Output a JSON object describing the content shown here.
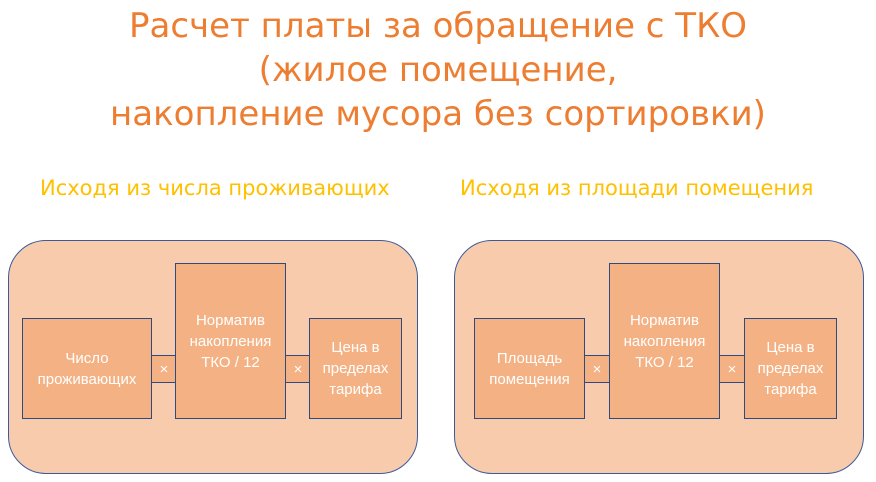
{
  "title": {
    "line1": "Расчет платы за обращение с ТКО",
    "line2": "(жилое помещение,",
    "line3": "накопление мусора без сортировки)"
  },
  "left": {
    "heading": "Исходя из числа проживающих",
    "box1": "Число\nпроживающих",
    "op1": "×",
    "box2": "Норматив\nнакопления\nТКО / 12",
    "op2": "×",
    "box3": "Цена в\nпределах\nтарифа"
  },
  "right": {
    "heading": "Исходя из площади помещения",
    "box1": "Площадь\nпомещения",
    "op1": "×",
    "box2": "Норматив\nнакопления\nТКО / 12",
    "op2": "×",
    "box3": "Цена в\nпределах\nтарифа"
  },
  "colors": {
    "title": "#ED7D31",
    "heading": "#FFC000",
    "panel": "#F8CBAD",
    "box": "#F4B183",
    "border": "#2F4A7F"
  }
}
